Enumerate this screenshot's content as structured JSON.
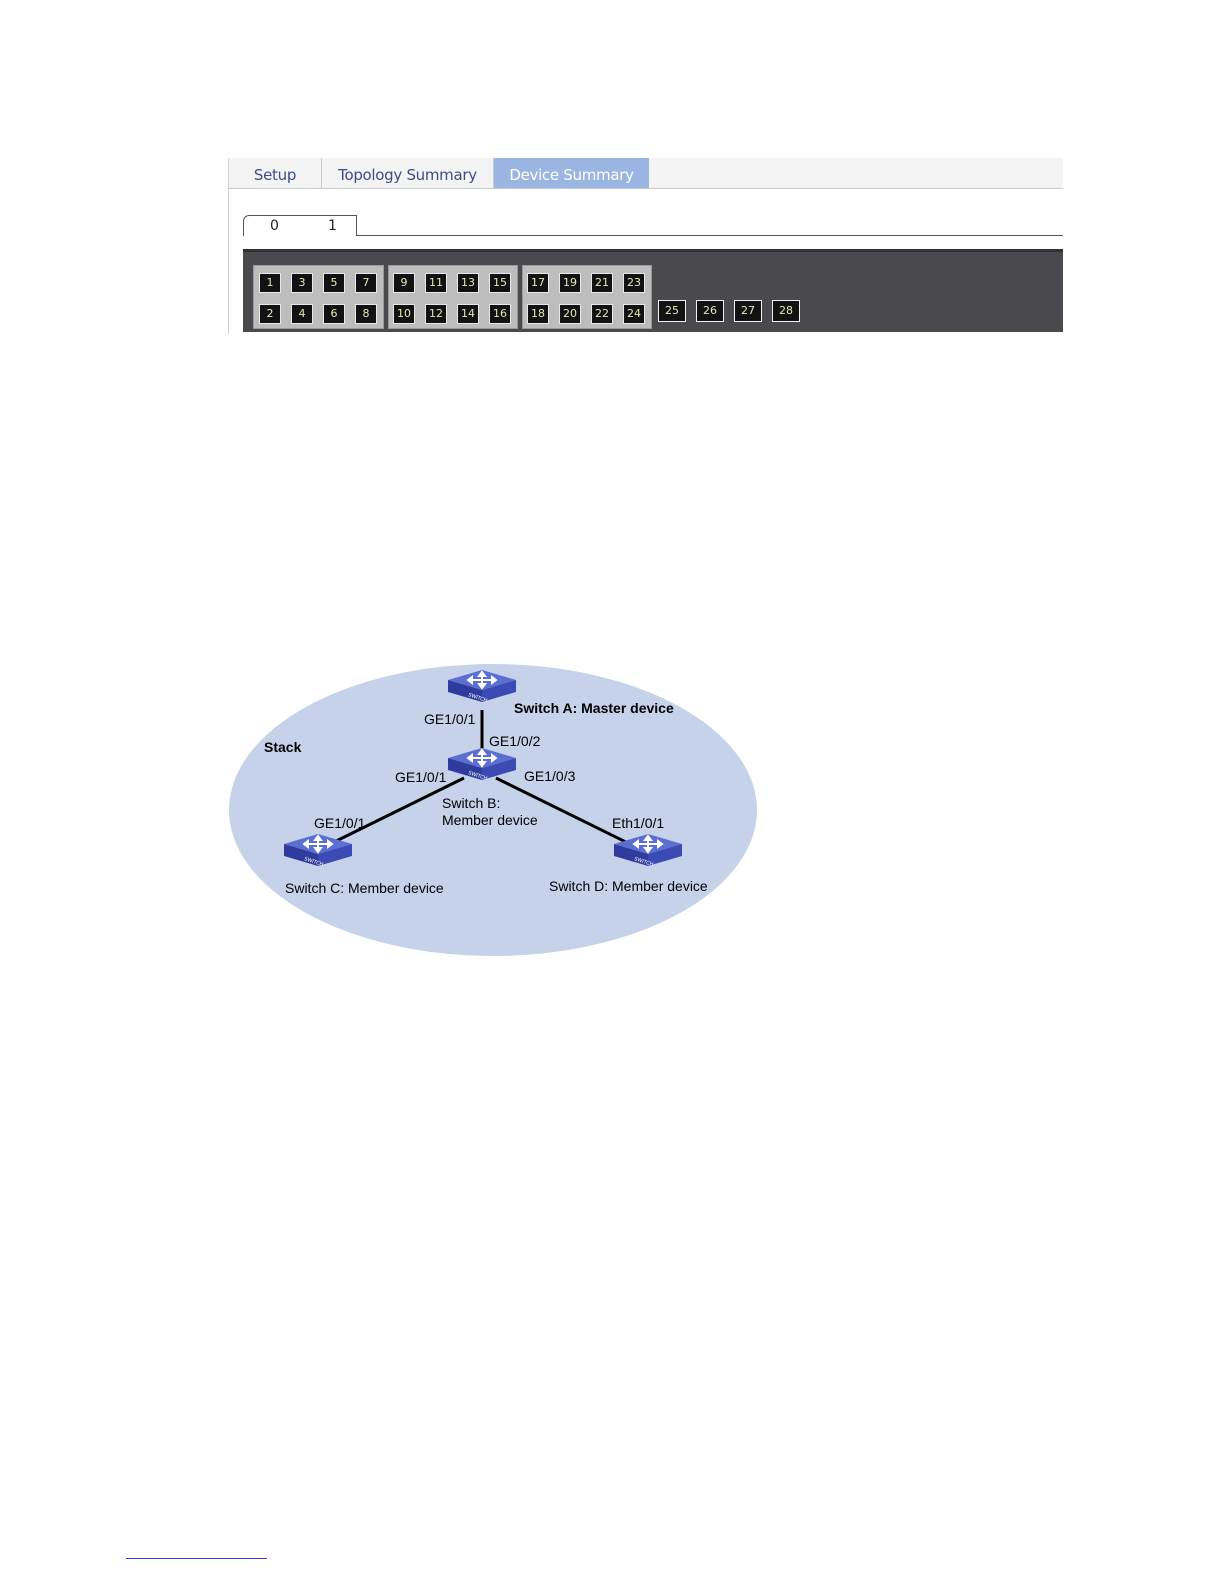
{
  "tabs": [
    {
      "label": "Setup",
      "active": false
    },
    {
      "label": "Topology Summary",
      "active": false
    },
    {
      "label": "Device Summary",
      "active": true
    }
  ],
  "member_tabs": [
    "0",
    "1"
  ],
  "ports": {
    "group1_top": [
      "1",
      "3",
      "5",
      "7"
    ],
    "group1_bottom": [
      "2",
      "4",
      "6",
      "8"
    ],
    "group2_top": [
      "9",
      "11",
      "13",
      "15"
    ],
    "group2_bottom": [
      "10",
      "12",
      "14",
      "16"
    ],
    "group3_top": [
      "17",
      "19",
      "21",
      "23"
    ],
    "group3_bottom": [
      "18",
      "20",
      "22",
      "24"
    ],
    "sfp": [
      "25",
      "26",
      "27",
      "28"
    ]
  },
  "diagram": {
    "stack_label": "Stack",
    "switch_a": {
      "label": "Switch A: Master device",
      "port": "GE1/0/1"
    },
    "switch_b": {
      "label_line1": "Switch B:",
      "label_line2": "Member device",
      "port_to_a": "GE1/0/2",
      "port_to_c": "GE1/0/1",
      "port_to_d": "GE1/0/3"
    },
    "switch_c": {
      "label": "Switch C: Member device",
      "port": "GE1/0/1"
    },
    "switch_d": {
      "label": "Switch D: Member device",
      "port": "Eth1/0/1"
    },
    "icon_text": "SWITCH",
    "colors": {
      "ellipse": "#c6d2ea",
      "switch_top": "#4a5ec4",
      "switch_side": "#2d3a9a"
    }
  }
}
